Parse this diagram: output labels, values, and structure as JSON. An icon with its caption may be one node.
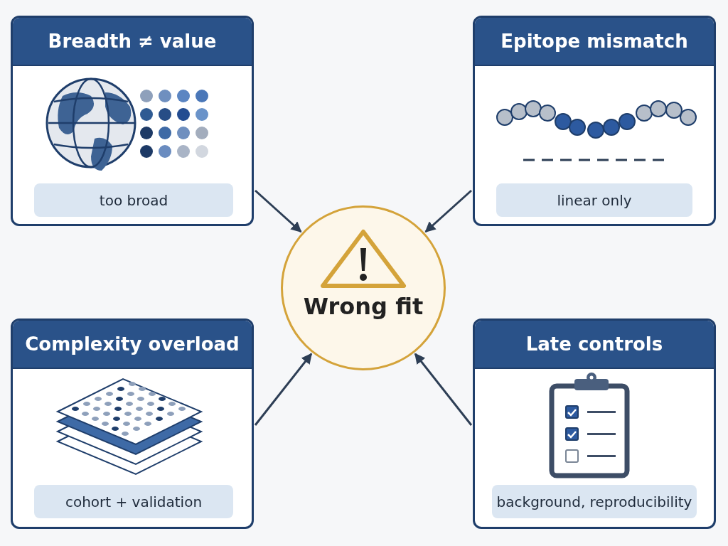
{
  "diagram": {
    "nodes": [
      {
        "text": [
          "Breadth ≠ value"
        ]
      },
      {
        "text": [
          "too broad"
        ],
        "in": 0
      },
      {
        "text": [
          "Epitope mismatch"
        ]
      },
      {
        "text": [
          "linear only"
        ],
        "in": 2
      },
      {
        "text": [
          "Wrong fit"
        ]
      },
      {
        "text": [
          "Complexity overload"
        ]
      },
      {
        "text": [
          "cohort + validation"
        ],
        "in": 5
      },
      {
        "text": [
          "Late controls"
        ]
      },
      {
        "text": [
          "background, reproducibility"
        ],
        "in": 7
      }
    ],
    "edges": [
      {
        "from": 0,
        "to": 4,
        "arrow": "to"
      },
      {
        "from": 2,
        "to": 4,
        "arrow": "to"
      },
      {
        "from": 5,
        "to": 4,
        "arrow": "to"
      },
      {
        "from": 7,
        "to": 4,
        "arrow": "to"
      }
    ]
  }
}
